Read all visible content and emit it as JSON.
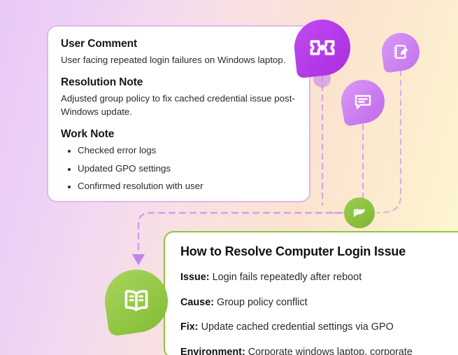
{
  "background": {
    "gradient_from": "#e8c9f7",
    "gradient_mid": "#fae2dc",
    "gradient_to": "#fdf6d2"
  },
  "colors": {
    "purple_accent": "#b43ae8",
    "purple_light": "#cb82f0",
    "purple_border": "#dfb6ef",
    "green_accent": "#8bc23f",
    "green_border": "#8cc63f",
    "text_dark": "#16161a",
    "text_body": "#2a2a2e",
    "card_bg": "#ffffff",
    "dash_line": "#d9a8ee"
  },
  "ticket_card": {
    "sections": [
      {
        "heading": "User Comment",
        "body": "User facing repeated login failures on Windows laptop."
      },
      {
        "heading": "Resolution Note",
        "body": "Adjusted group policy to fix cached credential issue post-Windows update."
      }
    ],
    "work_note": {
      "heading": "Work Note",
      "items": [
        "Checked error logs",
        "Updated GPO settings",
        "Confirmed resolution with user"
      ]
    }
  },
  "kb_card": {
    "title": "How to Resolve Computer Login Issue",
    "lines": [
      {
        "label": "Issue:",
        "value": "Login fails repeatedly after reboot"
      },
      {
        "label": "Cause:",
        "value": "Group policy conflict"
      },
      {
        "label": "Fix:",
        "value": "Update cached credential settings via GPO"
      },
      {
        "label": "Environment:",
        "value": "Corporate windows laptop, corporate"
      }
    ]
  },
  "icons": {
    "ticket": "ticket-icon",
    "edit_note": "note-edit-icon",
    "chat": "chat-bubble-icon",
    "leaf_logo": "leaf-logo-icon",
    "book": "open-book-icon"
  }
}
